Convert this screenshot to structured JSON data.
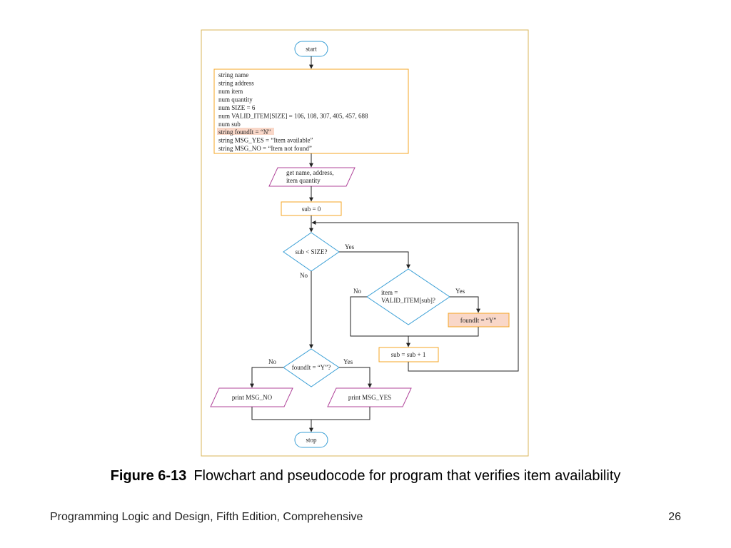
{
  "colors": {
    "frame": "#d9b45a",
    "terminal": "#3a9fd6",
    "process": "#f5a623",
    "io": "#b0449a",
    "decision": "#3a9fd6",
    "highlight_fill": "#f9d7c8",
    "line": "#222222"
  },
  "flowchart": {
    "start": "start",
    "declarations": [
      "string name",
      "string address",
      "num item",
      "num quantity",
      "num SIZE = 6",
      "num VALID_ITEM[SIZE] = 106, 108, 307, 405, 457, 688",
      "num sub",
      "string foundIt = “N”",
      "string MSG_YES = “Item available”",
      "string MSG_NO = “Item not found”"
    ],
    "input_line1": "get name, address,",
    "input_line2": "item quantity",
    "init": "sub = 0",
    "loop_decision": "sub < SIZE?",
    "loop_yes": "Yes",
    "loop_no": "No",
    "match_decision_line1": "item =",
    "match_decision_line2": "VALID_ITEM[sub]?",
    "match_yes": "Yes",
    "match_no": "No",
    "set_found": "foundIt = “Y”",
    "increment": "sub = sub + 1",
    "found_decision": "foundIt = “Y”?",
    "found_yes": "Yes",
    "found_no": "No",
    "print_no": "print MSG_NO",
    "print_yes": "print MSG_YES",
    "stop": "stop"
  },
  "caption": {
    "label": "Figure 6-13",
    "text": "Flowchart and pseudocode for program that verifies item availability"
  },
  "footer": {
    "book": "Programming Logic and Design, Fifth Edition, Comprehensive",
    "page": "26"
  }
}
